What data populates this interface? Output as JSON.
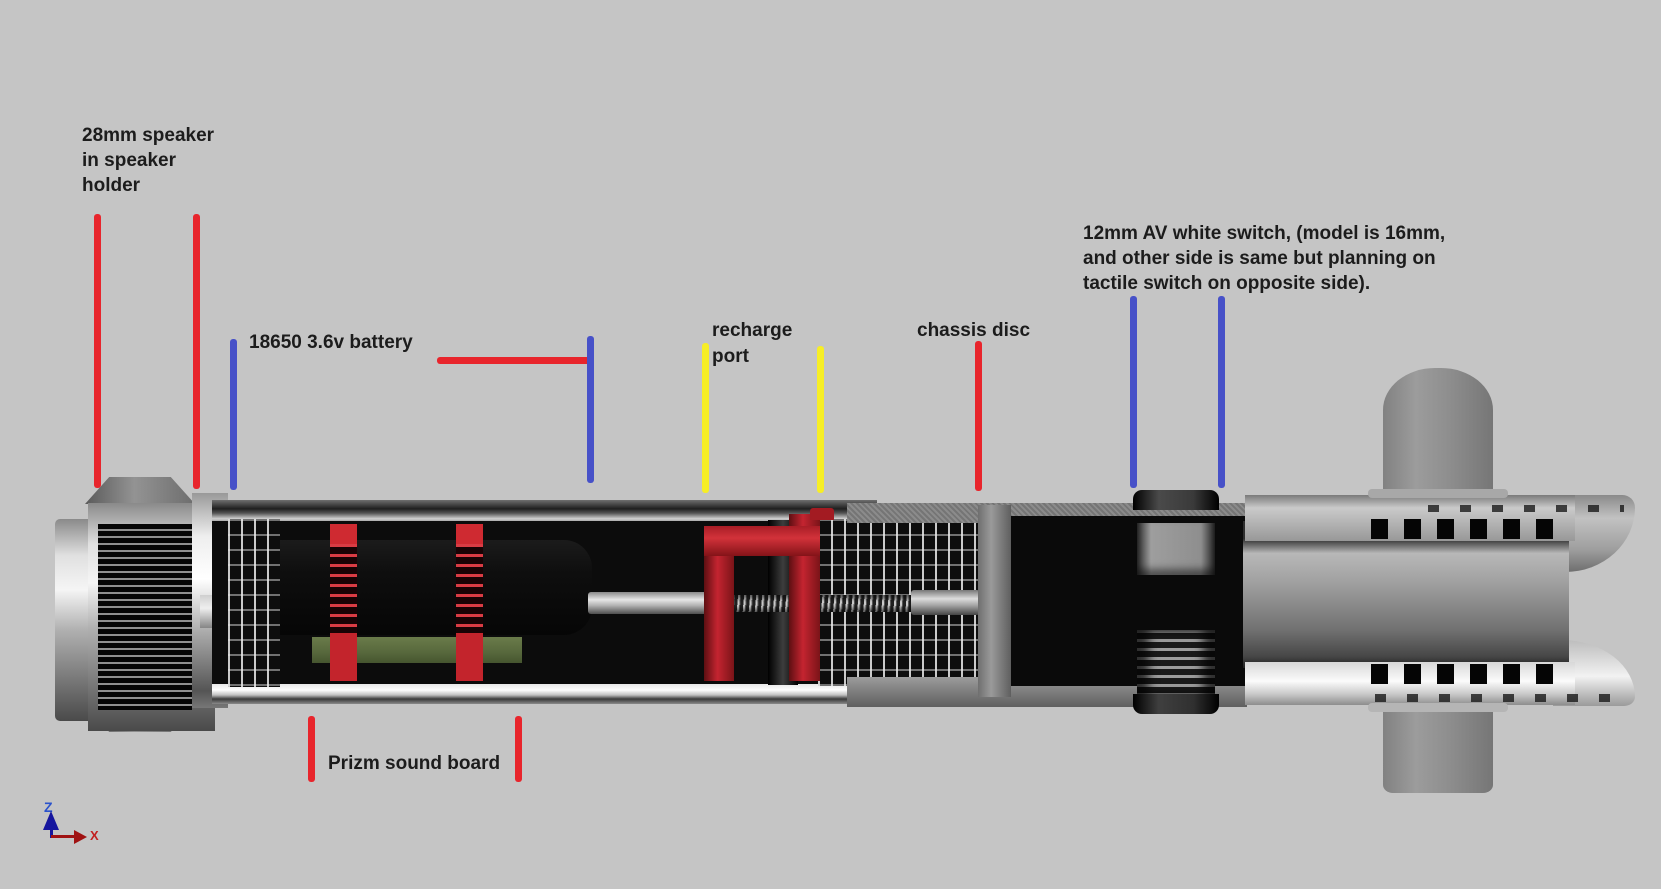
{
  "colors": {
    "background": "#c5c5c5",
    "red": "#e8252c",
    "blue": "#4751c8",
    "yellow": "#f7ee26",
    "text": "#1c1c1c",
    "axis_z": "#2a52cc",
    "axis_x": "#c21f1f"
  },
  "labels": {
    "speaker": {
      "line1": "28mm speaker",
      "line2": "in speaker",
      "line3": "holder"
    },
    "battery": {
      "text": "18650 3.6v battery"
    },
    "recharge": {
      "line1": "recharge",
      "line2": "port"
    },
    "chassis": {
      "text": "chassis disc"
    },
    "switch": {
      "line1": "12mm AV white switch, (model is 16mm,",
      "line2": "and other side is same but planning on",
      "line3": "tactile switch on opposite side)."
    },
    "soundboard": {
      "text": "Prizm sound board"
    }
  },
  "axis": {
    "z": "Z",
    "x": "X"
  }
}
